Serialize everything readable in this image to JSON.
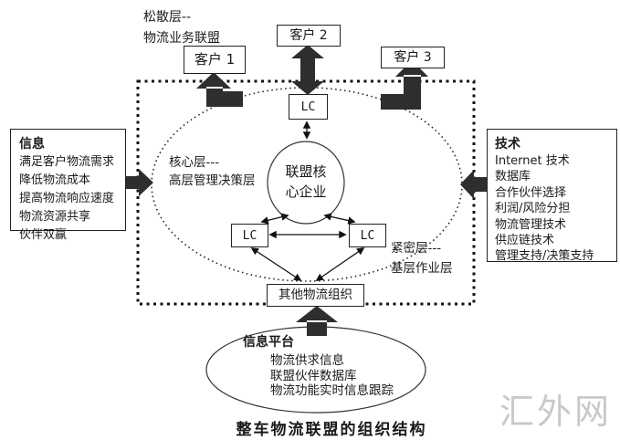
{
  "diagram": {
    "caption": "整车物流联盟的组织结构",
    "watermark": "汇外网"
  },
  "labels": {
    "loose_layer": {
      "line1": "松散层--",
      "line2": "物流业务联盟"
    },
    "core_layer": {
      "line1": "核心层---",
      "line2": "高层管理决策层"
    },
    "tight_layer": {
      "line1": "紧密层---",
      "line2": "基层作业层"
    }
  },
  "nodes": {
    "customer1": "客户 1",
    "customer2": "客户 2",
    "customer3": "客户 3",
    "lc_label": "LC",
    "core": {
      "line1": "联盟核",
      "line2": "心企业"
    },
    "other_org": "其他物流组织"
  },
  "info_box": {
    "title": "信息",
    "items": [
      "满足客户物流需求",
      "降低物流成本",
      "提高物流响应速度",
      "物流资源共享",
      "伙伴双赢"
    ]
  },
  "tech_box": {
    "title": "技术",
    "items": [
      "Internet 技术",
      "数据库",
      "合作伙伴选择",
      "利润/风险分担",
      "物流管理技术",
      "供应链技术",
      "管理支持/决策支持"
    ]
  },
  "platform": {
    "title": "信息平台",
    "items": [
      "物流供求信息",
      "联盟伙伴数据库",
      "物流功能实时信息跟踪"
    ]
  },
  "colors": {
    "arrow_fill": "#2e2e2e",
    "line": "#111111",
    "watermark": "#c9c9c9",
    "background": "#ffffff"
  }
}
